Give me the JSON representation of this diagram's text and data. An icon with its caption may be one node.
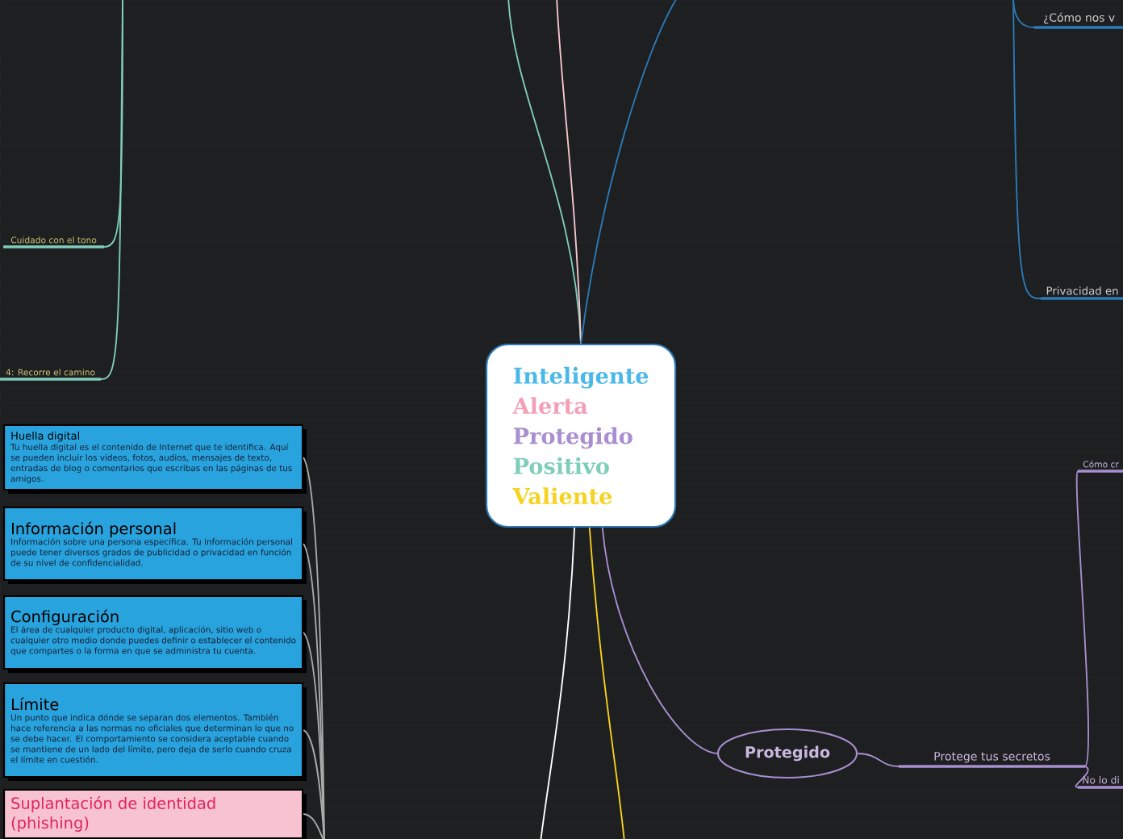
{
  "diagram": {
    "nodes": [
      {
        "text": [
          "Inteligente",
          "Alerta",
          "Protegido",
          "Positivo",
          "Valiente"
        ]
      },
      {
        "text": [
          "Cuidado con el tono"
        ]
      },
      {
        "text": [
          "4: Recorre el camino"
        ]
      },
      {
        "text": [
          "¿Cómo nos v"
        ]
      },
      {
        "text": [
          "Privacidad en"
        ]
      },
      {
        "text": [
          "Protegido"
        ]
      },
      {
        "text": [
          "Protege tus secretos"
        ]
      },
      {
        "text": [
          "Cómo cr"
        ]
      },
      {
        "text": [
          "No lo di"
        ]
      },
      {
        "text": [
          "Huella digital",
          "Tu huella digital es el contenido de Internet que te identifica. Aquí se pueden incluir los videos, fotos, audios, mensajes de texto, entradas de blog o comentarios que escribas en las páginas de tus amigos."
        ]
      },
      {
        "text": [
          "Información personal",
          "Información sobre una persona específica. Tu información personal puede tener diversos grados de publicidad o privacidad en función de su nivel de confidencialidad."
        ]
      },
      {
        "text": [
          "Configuración",
          "El área de cualquier producto digital, aplicación, sitio web o cualquier otro medio donde puedes definir o establecer el contenido que compartes o la forma en que se administra tu cuenta."
        ]
      },
      {
        "text": [
          "Límite",
          "Un punto que indica dónde se separan dos elementos. También hace referencia a las normas no oficiales que determinan lo que no se debe hacer. El comportamiento se considera aceptable cuando se mantiene de un lado del límite, pero deja de serlo cuando cruza el límite en cuestión."
        ]
      },
      {
        "text": [
          "Suplantación de identidad (phishing)"
        ]
      }
    ],
    "edges": [
      {
        "from": 0,
        "to": null,
        "arrow": "none",
        "color": "#7fcdbb"
      },
      {
        "from": 0,
        "to": null,
        "arrow": "none",
        "color": "#f7c6d0"
      },
      {
        "from": 0,
        "to": null,
        "arrow": "none",
        "color": "#2b7bb9"
      },
      {
        "from": null,
        "to": 1,
        "arrow": "none",
        "color": "#7fcdbb"
      },
      {
        "from": null,
        "to": 2,
        "arrow": "none",
        "color": "#7fcdbb"
      },
      {
        "from": null,
        "to": 3,
        "arrow": "none",
        "color": "#2b7bb9"
      },
      {
        "from": null,
        "to": 4,
        "arrow": "none",
        "color": "#2b7bb9"
      },
      {
        "from": 0,
        "to": 5,
        "arrow": "none",
        "color": "#a98fd0"
      },
      {
        "from": 5,
        "to": 6,
        "arrow": "none",
        "color": "#a98fd0"
      },
      {
        "from": 6,
        "to": 7,
        "arrow": "none",
        "color": "#a98fd0"
      },
      {
        "from": 6,
        "to": 8,
        "arrow": "none",
        "color": "#a98fd0"
      },
      {
        "from": 0,
        "to": null,
        "arrow": "none",
        "color": "#ffffff"
      },
      {
        "from": 0,
        "to": null,
        "arrow": "none",
        "color": "#f7d21e"
      },
      {
        "from": 9,
        "to": null,
        "arrow": "none",
        "color": "#aaaaaa"
      },
      {
        "from": 10,
        "to": null,
        "arrow": "none",
        "color": "#aaaaaa"
      },
      {
        "from": 11,
        "to": null,
        "arrow": "none",
        "color": "#aaaaaa"
      },
      {
        "from": 12,
        "to": null,
        "arrow": "none",
        "color": "#aaaaaa"
      },
      {
        "from": 13,
        "to": null,
        "arrow": "none",
        "color": "#aaaaaa"
      }
    ]
  }
}
